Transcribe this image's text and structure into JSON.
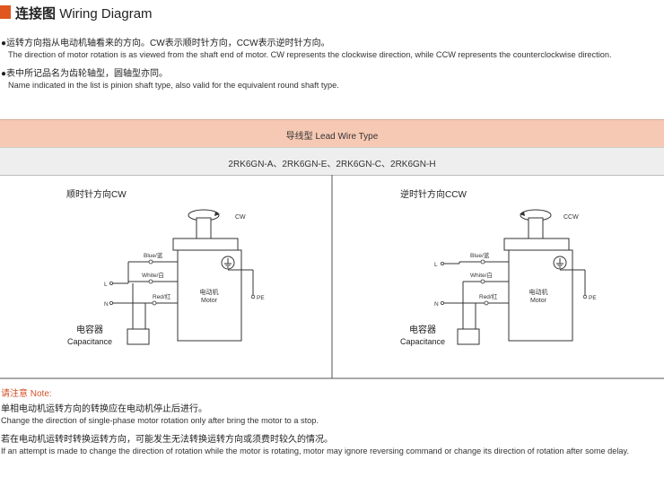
{
  "header": {
    "title_cn": "连接图",
    "title_en": "Wiring Diagram",
    "accent_color": "#e0561f"
  },
  "intro": {
    "line1_cn": "●运转方向指从电动机轴看来的方向。CW表示顺时针方向，CCW表示逆时针方向。",
    "line1_en": "The direction of motor rotation is as viewed from the shaft end of motor. CW represents the clockwise direction, while CCW represents the counterclockwise direction.",
    "line2_cn": "●表中所记品名为齿轮轴型，圆轴型亦同。",
    "line2_en": "Name indicated in the list is pinion shaft type, also valid for the equivalent round shaft type."
  },
  "table": {
    "header_row": "导线型 Lead Wire Type",
    "models_row": "2RK6GN-A、2RK6GN-E、2RK6GN-C、2RK6GN-H",
    "header_color": "#f6c9b4"
  },
  "diagram_cw": {
    "title": "顺时针方向CW",
    "rotation_label": "CW",
    "wire_blue": "Blue/蓝",
    "wire_white": "White/白",
    "wire_red": "Red/红",
    "terminal_l": "L",
    "terminal_n": "N",
    "terminal_pe": "PE",
    "motor_cn": "电动机",
    "motor_en": "Motor",
    "capacitor_cn": "电容器",
    "capacitor_en": "Capacitance",
    "ground_icon": "ground-icon"
  },
  "diagram_ccw": {
    "title": "逆时针方向CCW",
    "rotation_label": "CCW",
    "wire_blue": "Blue/蓝",
    "wire_white": "White/白",
    "wire_red": "Red/红",
    "terminal_l": "L",
    "terminal_n": "N",
    "terminal_pe": "PE",
    "motor_cn": "电动机",
    "motor_en": "Motor",
    "capacitor_cn": "电容器",
    "capacitor_en": "Capacitance",
    "ground_icon": "ground-icon"
  },
  "notes": {
    "title": "请注意 Note:",
    "line1_cn": "单相电动机运转方向的转换应在电动机停止后进行。",
    "line1_en": "Change the direction of single-phase motor rotation only after bring the motor to a stop.",
    "line2_cn": "若在电动机运转时转换运转方向，可能发生无法转换运转方向或须费时较久的情况。",
    "line2_en": "If an attempt is made to change the direction of rotation while the motor is rotating, motor may ignore reversing command or change its direction of rotation after some delay.",
    "title_color": "#d4502a"
  }
}
